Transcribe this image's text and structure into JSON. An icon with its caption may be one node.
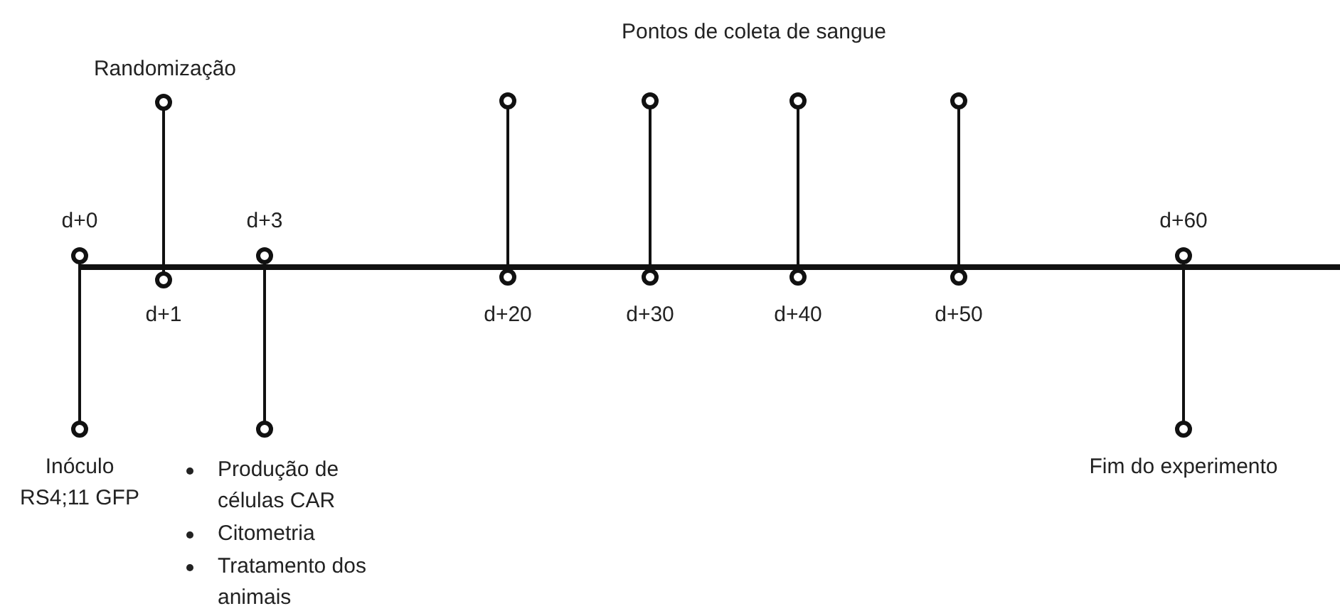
{
  "diagram": {
    "labels": [
      "Pontos de coleta de sangue",
      "Randomização",
      "d+0",
      "d+3",
      "d+60",
      "d+1",
      "d+20",
      "d+30",
      "d+40",
      "d+50",
      "Inóculo RS4;11 GFP",
      "Produção de células CAR",
      "Citometria",
      "Tratamento dos animais",
      "Fim do experimento"
    ]
  }
}
